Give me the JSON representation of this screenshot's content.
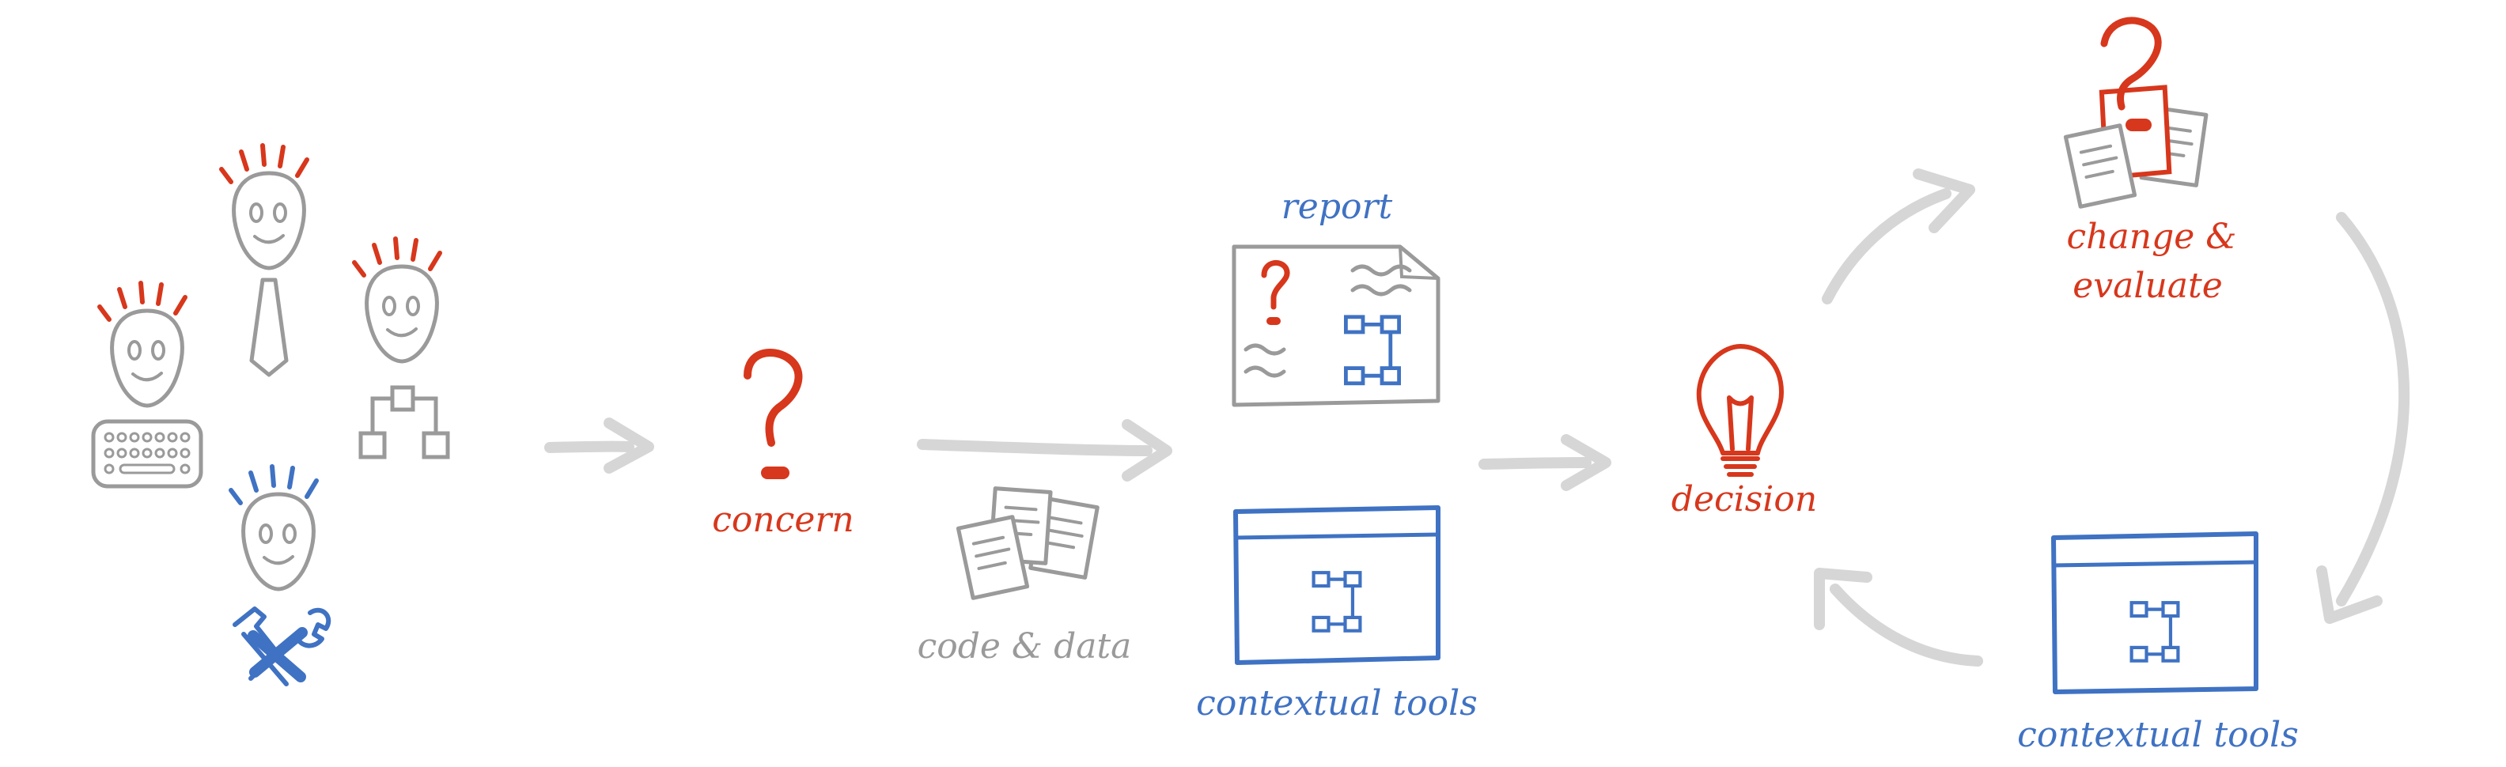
{
  "labels": {
    "concern": "concern",
    "code_data": "code & data",
    "report": "report",
    "contextual_tools_1": "contextual tools",
    "decision": "decision",
    "change_evaluate_1": "change &",
    "change_evaluate_2": "evaluate",
    "contextual_tools_2": "contextual tools"
  },
  "glyphs": {
    "question": "?",
    "tilde": "≈"
  },
  "colors": {
    "red": "#d7371c",
    "blue": "#3f72c3",
    "grey": "#9a9a9a",
    "arrow": "#d6d6d6"
  },
  "icons": [
    "person-icon",
    "tie-icon",
    "keyboard-icon",
    "hierarchy-icon",
    "tools-icon",
    "question-mark-icon",
    "documents-icon",
    "report-icon",
    "window-icon",
    "lightbulb-icon",
    "arrow-icon"
  ]
}
